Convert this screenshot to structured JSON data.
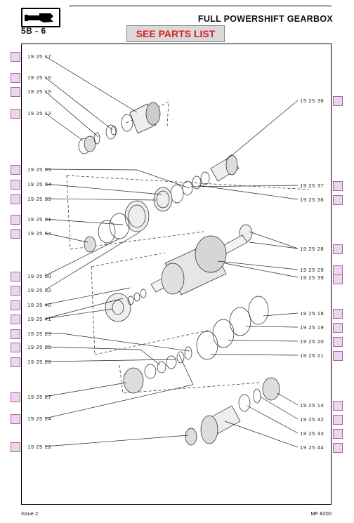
{
  "header": {
    "section": "5B - 6",
    "title": "FULL POWERSHIFT GEARBOX",
    "see_parts_label": "SEE PARTS LIST"
  },
  "callouts_left": [
    "19 25 17",
    "19 25 16",
    "19 25 15",
    "19 25 12",
    "19 25 35",
    "19 25 34",
    "19 25 33",
    "19 25 31",
    "19 25 54",
    "19 25 30",
    "19 25 32",
    "19 25 40",
    "19 25 41",
    "19 25 23",
    "19 25 25",
    "19 25 26",
    "19 25 27",
    "19 25 24",
    "19 25 22"
  ],
  "callouts_right": [
    "19 25 38",
    "19 25 37",
    "19 25 36",
    "19 25 28",
    "19 25 29",
    "19 25 39",
    "19 25 18",
    "19 25 19",
    "19 25 20",
    "19 25 21",
    "19 25 14",
    "19 25 42",
    "19 25 43",
    "19 25 44"
  ],
  "footer": {
    "issue": "Issue 2",
    "model": "MF 8200"
  },
  "colors": {
    "link_button_text": "#e01b1b",
    "link_button_bg": "#d9d9d9",
    "callout_box": "#ead6ee"
  },
  "icons": {
    "logo": "hand-book-logo-icon"
  }
}
